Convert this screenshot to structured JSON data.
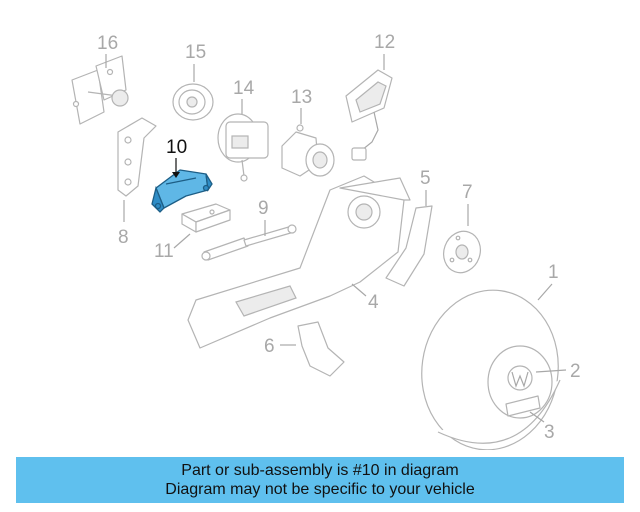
{
  "diagram": {
    "highlighted_part": "10",
    "callouts": [
      "1",
      "2",
      "3",
      "4",
      "5",
      "6",
      "7",
      "8",
      "9",
      "10",
      "11",
      "12",
      "13",
      "14",
      "15",
      "16"
    ],
    "colors": {
      "highlight_fill": "#5fb7e6",
      "highlight_stroke": "#1d5e86",
      "part_stroke": "#b4b4b4",
      "banner_bg": "#5fc0ee"
    }
  },
  "banner": {
    "line1": "Part or sub-assembly is #10 in diagram",
    "line2": "Diagram may not be specific to your vehicle"
  }
}
